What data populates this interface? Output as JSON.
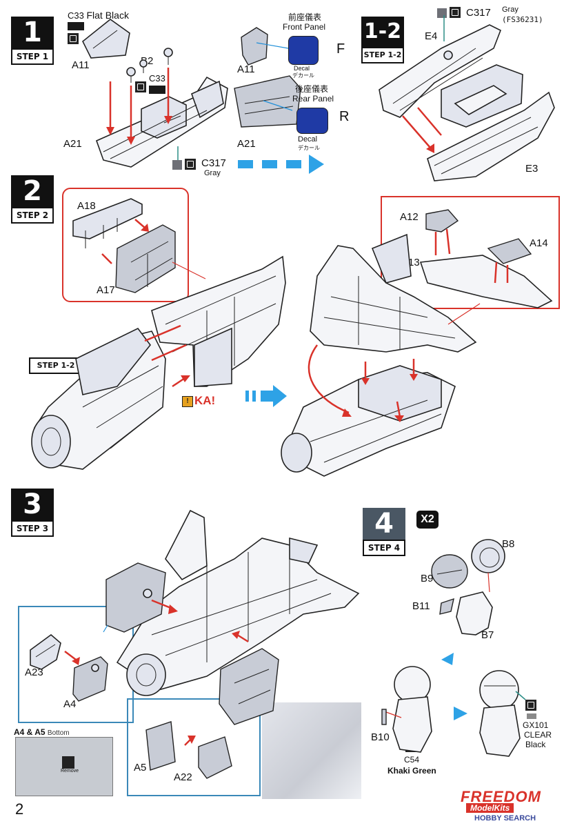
{
  "steps": {
    "s1": {
      "number": "1",
      "label": "STEP 1"
    },
    "s1_2": {
      "number": "1-2",
      "label": "STEP 1-2"
    },
    "s2": {
      "number": "2",
      "label": "STEP 2",
      "ref_label": "STEP 1-2"
    },
    "s3": {
      "number": "3",
      "label": "STEP 3"
    },
    "s4": {
      "number": "4",
      "label": "STEP 4",
      "multiplier": "X2"
    }
  },
  "paints": {
    "c33": {
      "code": "C33",
      "name": "Flat Black",
      "color": "#1a1a1a"
    },
    "c317": {
      "code": "C317",
      "name": "Gray",
      "fs": "(FS36231)",
      "color": "#6e7077"
    },
    "c54": {
      "code": "C54",
      "name": "Khaki Green",
      "color": "#5a5a3a"
    },
    "gx101": {
      "code": "GX101",
      "name1": "CLEAR",
      "name2": "Black",
      "color": "#8a8a8a"
    }
  },
  "step1": {
    "parts": {
      "a11": "A11",
      "b2": "B2",
      "c33": "C33",
      "a21": "A21",
      "a11b": "A11",
      "a21b": "A21"
    },
    "front_panel": {
      "jp": "前座儀表",
      "en": "Front Panel",
      "letter": "F",
      "decal_en": "Decal",
      "decal_jp": "デカール"
    },
    "rear_panel": {
      "jp": "後座儀表",
      "en": "Rear Panel",
      "letter": "R",
      "decal_en": "Decal",
      "decal_jp": "デカール"
    }
  },
  "step1_2": {
    "parts": {
      "e4": "E4",
      "e3": "E3"
    }
  },
  "step2": {
    "parts": {
      "a18": "A18",
      "a17": "A17",
      "a12": "A12",
      "a13": "A13",
      "a14": "A14"
    },
    "click": "KA!"
  },
  "step3": {
    "parts": {
      "a23": "A23",
      "a4": "A4",
      "a5": "A5",
      "a22": "A22"
    },
    "bottom_title": "A4 & A5",
    "bottom_word": "Bottom",
    "remove": "Remove"
  },
  "step4": {
    "parts": {
      "b8": "B8",
      "b9": "B9",
      "b11": "B11",
      "b7": "B7",
      "b10": "B10"
    }
  },
  "footer": {
    "page": "2",
    "brand_top": "FREEDOM",
    "brand_sub": "ModelKits",
    "watermark": "HOBBY SEARCH"
  }
}
